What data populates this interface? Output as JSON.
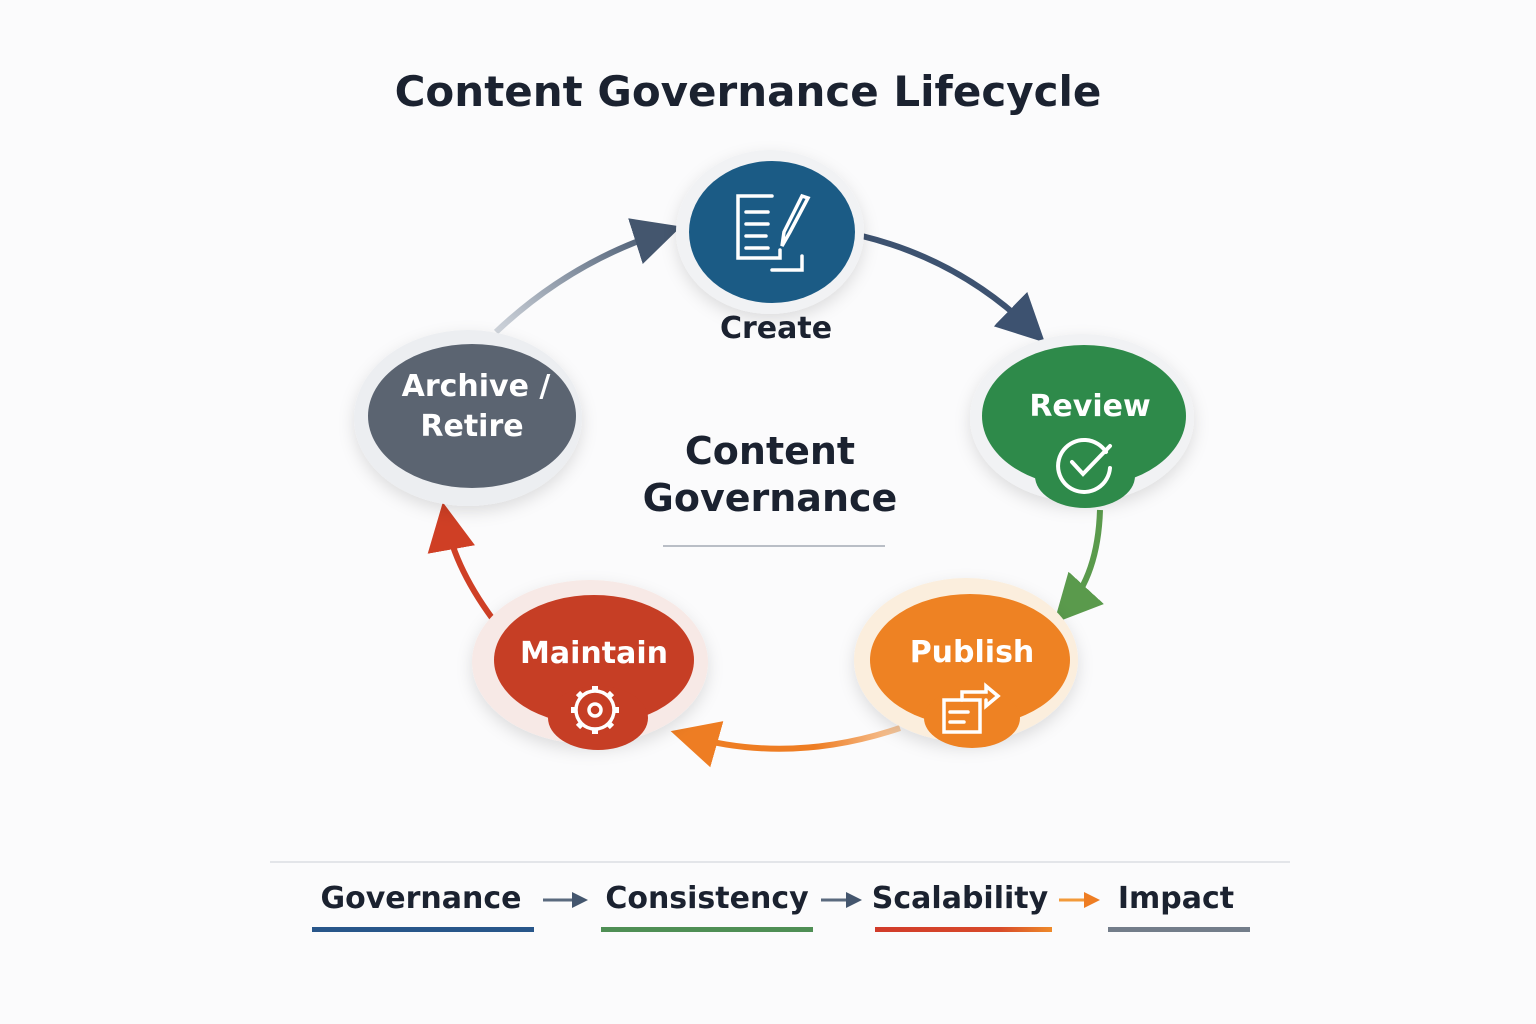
{
  "title": "Content Governance Lifecycle",
  "center": {
    "line1": "Content",
    "line2": "Governance"
  },
  "stages": {
    "create": {
      "label": "Create",
      "color": "#1b5b85",
      "icon": "document-edit-icon"
    },
    "review": {
      "label": "Review",
      "color": "#2e8a4a",
      "icon": "check-circle-icon"
    },
    "publish": {
      "label": "Publish",
      "color": "#ee8223",
      "icon": "publish-document-icon"
    },
    "maintain": {
      "label": "Maintain",
      "color": "#c63e25",
      "icon": "gear-icon"
    },
    "archive": {
      "label_line1": "Archive /",
      "label_line2": "Retire",
      "color": "#5b6471"
    }
  },
  "footer": {
    "items": [
      {
        "label": "Governance",
        "color": "#28568a"
      },
      {
        "label": "Consistency",
        "color": "#4f8f55"
      },
      {
        "label": "Scalability",
        "color": "#d4452a"
      },
      {
        "label": "Impact",
        "color": "#737d8a"
      }
    ]
  }
}
